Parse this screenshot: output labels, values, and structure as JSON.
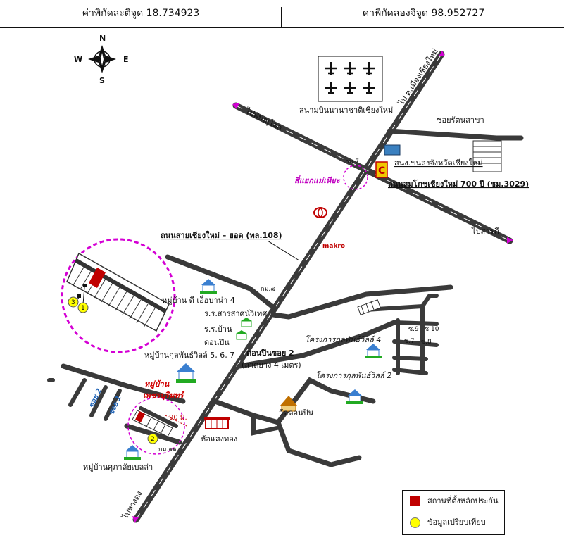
{
  "header": {
    "latitude": "ค่าพิกัดละติจูด 18.734923",
    "longitude": "ค่าพิกัดลองจิจูด 98.952727"
  },
  "compass": {
    "n": "N",
    "s": "S",
    "e": "E",
    "w": "W"
  },
  "labels": {
    "airport": "สนามบินนานาชาติเชียงใหม่",
    "to_phisanulok": "ไปพิษณุโลก",
    "to_chiangmai": "ไป ต.เมืองเชียงใหม่",
    "soi_rattanasakha": "ซอยรัตนสาขา",
    "transport_office": "สนง.ขนส่งจังหวัดเชียงใหม่",
    "km7": "กม.7",
    "mae_hia_junction": "สี่แยกแม่เหียะ",
    "road_700": "ถนนสมโภชเชียงใหม่ 700 ปี (ชม.3029)",
    "road_108": "ถนนสายเชียงใหม่ – ฮอด (ทล.108)",
    "makro": "makro",
    "to_saraphi": "ไปสารภี",
    "km_upper": "กม.๘",
    "moo_deeaebarn": "หมู่บ้าน ดี เอ็ฮบาน่า 4",
    "school_1": "ร.ร.สารสาศน์วิเทศ",
    "school_2a": "ร.ร.บ้าน",
    "school_2b": "ดอนปิน",
    "moo_kulphan_567": "หมู่บ้านกุลพันธ์วิลล์ 5, 6, 7",
    "project_kulphan_4": "โครงการกุลพันธ์วิลล์ 4",
    "project_kulphan_2": "โครงการกุลพันธ์วิลล์ 2",
    "soi_donpin_2": "ดอนปินซอย 2",
    "soi_donpin_2_sub": "(ลาดยาง 4 เมตร)",
    "wat_donpin": "วัดดอนปิน",
    "moo_phetboriruk_1": "หมู่บ้าน",
    "moo_phetboriruk_2": "เพชรบุริมทร์",
    "distance": "90 ม.",
    "soi_2": "ซอย 2",
    "soi_1": "ซอย 1",
    "hang_thong": "ห้อแสงทอง",
    "km_lower": "กม.๑๑",
    "moo_supalai": "หมู่บ้านศุภาลัยเบลล่า",
    "to_hang_dong": "ไปหางดง",
    "ch9": "ซ.9",
    "ch10": "ซ.10",
    "ch7": "ซ.7",
    "ch8": "ซ.8",
    "marker_1": "1",
    "marker_2": "2",
    "marker_3": "3"
  },
  "legend": {
    "collateral": "สถานที่ตั้งหลักประกัน",
    "comparison": "ข้อมูลเปรียบเทียบ"
  },
  "colors": {
    "road": "#3a3a3a",
    "collateral": "#c00000",
    "comparison": "#ffff00",
    "circle": "#d400d4",
    "house_green": "#22aa22"
  }
}
